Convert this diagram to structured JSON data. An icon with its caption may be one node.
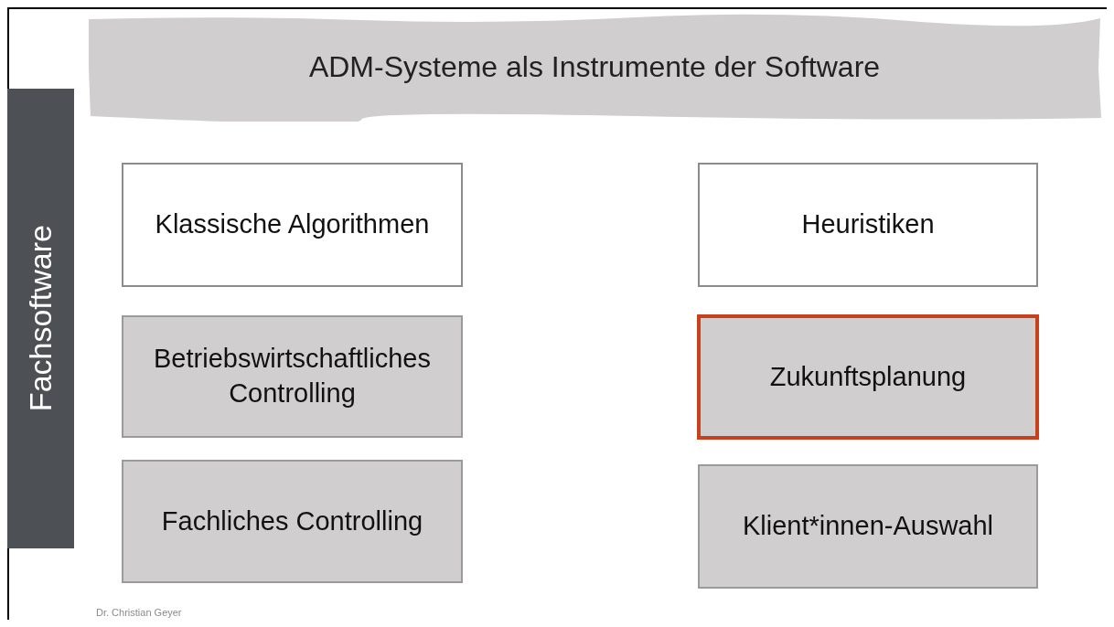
{
  "diagram": {
    "title": "ADM-Systeme als Instrumente der Software",
    "nodes": [
      {
        "text": [
          "Fachsoftware"
        ]
      },
      {
        "text": [
          "Klassische Algorithmen"
        ]
      },
      {
        "text": [
          "Heuristiken"
        ]
      },
      {
        "text": [
          "Betriebswirtschaftliches Controlling"
        ]
      },
      {
        "text": [
          "Zukunftsplanung"
        ]
      },
      {
        "text": [
          "Fachliches Controlling"
        ]
      },
      {
        "text": [
          "Klient*innen-Auswahl"
        ]
      }
    ],
    "labels": [
      "Dr. Christian Geyer"
    ]
  }
}
